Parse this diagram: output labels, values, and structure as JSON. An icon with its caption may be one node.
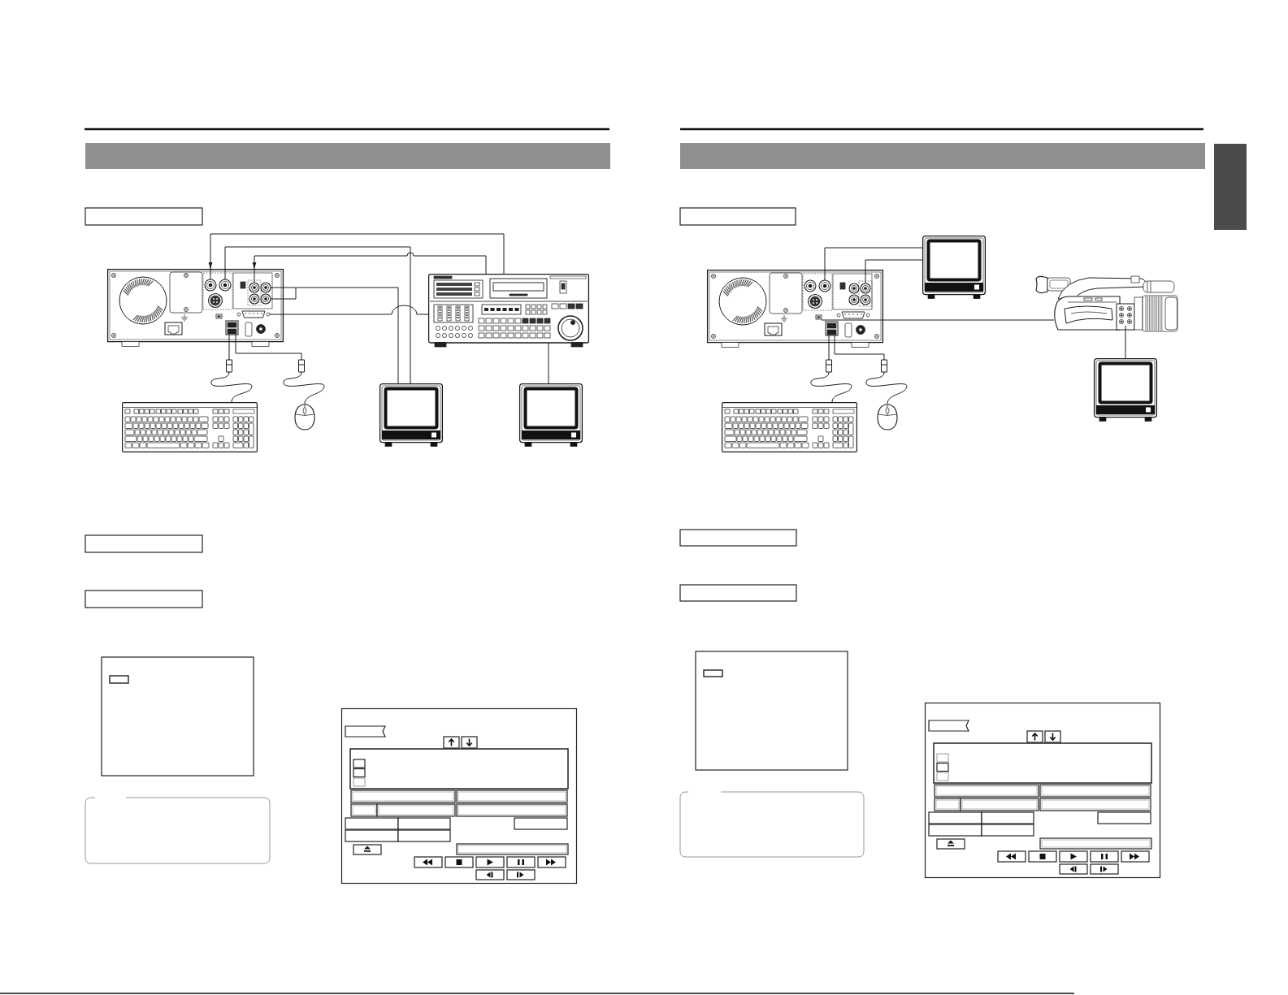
{
  "diagram": {
    "nodes": [
      {
        "text": [],
        "shape": "bar"
      },
      {
        "text": [],
        "shape": "picture"
      },
      {
        "text": [],
        "shape": "picture"
      },
      {
        "text": [],
        "shape": "picture"
      },
      {
        "text": [],
        "shape": "picture"
      },
      {
        "text": [],
        "shape": "picture"
      },
      {
        "text": [],
        "shape": "picture"
      },
      {
        "text": [],
        "shape": "bar"
      },
      {
        "text": [],
        "shape": "picture"
      },
      {
        "text": [],
        "shape": "picture"
      },
      {
        "text": [],
        "shape": "picture"
      },
      {
        "text": [],
        "shape": "picture"
      },
      {
        "text": [],
        "shape": "picture"
      },
      {
        "text": [],
        "shape": "picture"
      }
    ],
    "edges": [
      {
        "from": 2,
        "to": 1,
        "arrow": "to"
      },
      {
        "from": 1,
        "to": 5,
        "arrow": "none"
      },
      {
        "from": 2,
        "to": 1,
        "arrow": "to"
      },
      {
        "from": 1,
        "to": 5,
        "arrow": "none"
      },
      {
        "from": 1,
        "to": 2,
        "arrow": "none"
      },
      {
        "from": 2,
        "to": 6,
        "arrow": "none"
      },
      {
        "from": 1,
        "to": 3,
        "arrow": "none"
      },
      {
        "from": 1,
        "to": 4,
        "arrow": "none"
      },
      {
        "from": 8,
        "to": 9,
        "arrow": "none"
      },
      {
        "from": 8,
        "to": 9,
        "arrow": "none"
      },
      {
        "from": 8,
        "to": 10,
        "arrow": "none"
      },
      {
        "from": 10,
        "to": 13,
        "arrow": "none"
      },
      {
        "from": 8,
        "to": 11,
        "arrow": "none"
      },
      {
        "from": 8,
        "to": 12,
        "arrow": "none"
      }
    ]
  }
}
